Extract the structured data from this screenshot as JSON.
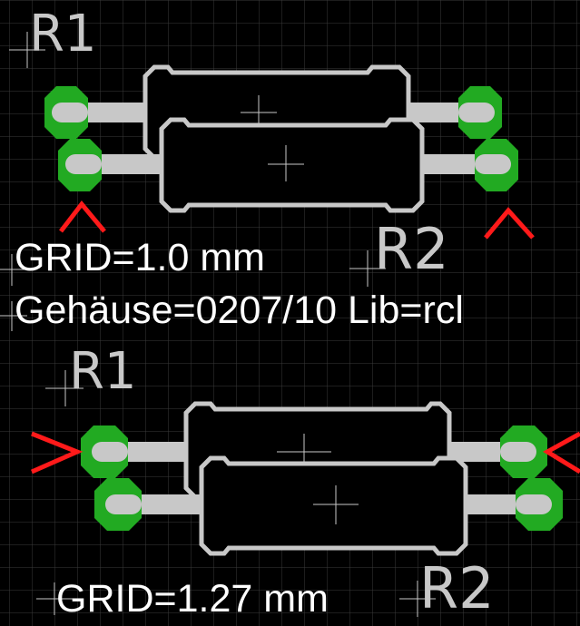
{
  "colors": {
    "background": "#000000",
    "grid": "#3a3a3a",
    "body_outline": "#c8c8c8",
    "lead": "#c8c8c8",
    "pad": "#22aa22",
    "marker": "#ff1a1a",
    "label": "#c8c8c8",
    "text": "#ffffff"
  },
  "top": {
    "ref_r1": "R1",
    "ref_r2": "R2",
    "grid_text": "GRID=1.0 mm",
    "package_text": "Gehäuse=0207/10 Lib=rcl",
    "marker_glyph": "^"
  },
  "bottom": {
    "ref_r1": "R1",
    "ref_r2": "R2",
    "grid_text": "GRID=1.27 mm",
    "marker_glyph": ">"
  }
}
